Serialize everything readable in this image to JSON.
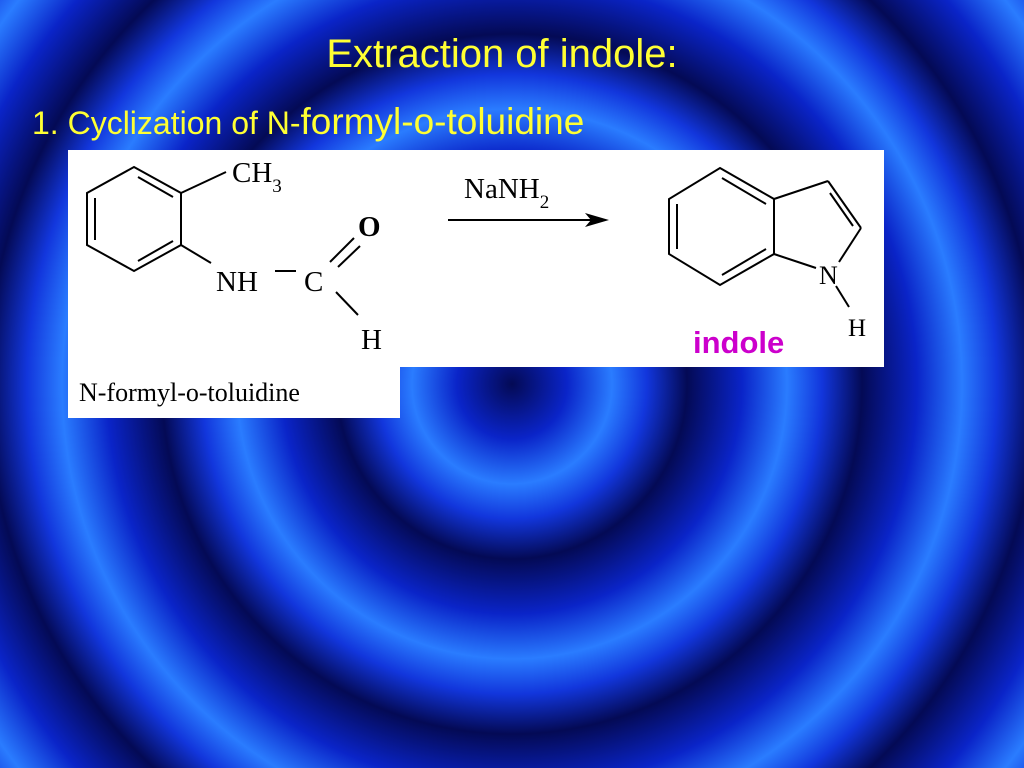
{
  "slide": {
    "title": "Extraction of indole:",
    "subtitle_prefix": "1. Cyclization of N-",
    "subtitle_name": "formyl-o-toluidine"
  },
  "reaction": {
    "reactant_atoms": {
      "ch3_c": "CH",
      "ch3_sub": "3",
      "oxygen": "O",
      "nh": "NH",
      "carbon": "C",
      "hydrogen": "H"
    },
    "reagent": {
      "text": "NaNH",
      "sub": "2"
    },
    "product_atoms": {
      "nitrogen": "N",
      "hydrogen": "H"
    },
    "product_label": "indole",
    "reactant_label": "N-formyl-o-toluidine"
  },
  "colors": {
    "title_text": "#ffff33",
    "product_label": "#cc00cc",
    "structure_ink": "#000000",
    "panel_bg": "#ffffff"
  }
}
